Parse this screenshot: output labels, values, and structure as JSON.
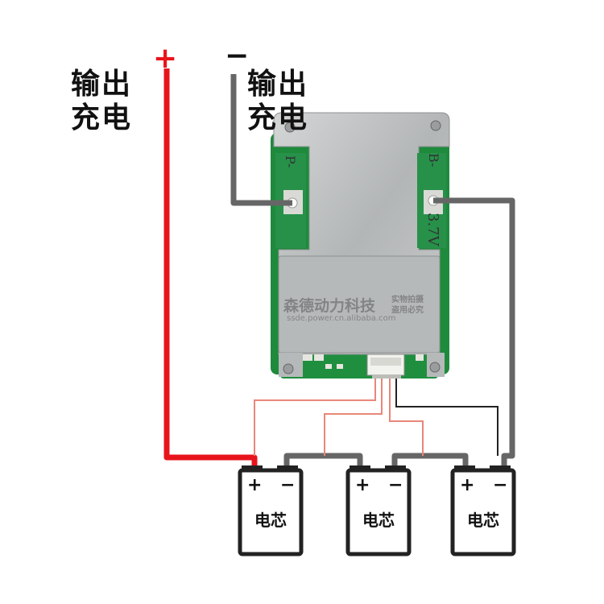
{
  "labels": {
    "left_output": [
      "输出",
      "充电"
    ],
    "right_output": [
      "输出",
      "充电"
    ],
    "positive_sign": "+",
    "negative_sign": "−"
  },
  "board": {
    "pad_left": "P-",
    "pad_right": "B-",
    "model": "3.7V",
    "watermark_brand": "森德动力科技",
    "watermark_note": [
      "实物拍摄",
      "盗用必究"
    ],
    "watermark_url": "ssde.power.cn.alibaba.com"
  },
  "cells": [
    {
      "label": "电芯",
      "plus": "+",
      "minus": "−"
    },
    {
      "label": "电芯",
      "plus": "+",
      "minus": "−"
    },
    {
      "label": "电芯",
      "plus": "+",
      "minus": "−"
    }
  ],
  "colors": {
    "positive_wire": "#e8141c",
    "negative_wire": "#666666",
    "balance_wire": "#e8877a",
    "sense_wire": "#222222",
    "board_metal": "#b9bcbd",
    "pcb_green": "#1e8a3c"
  }
}
